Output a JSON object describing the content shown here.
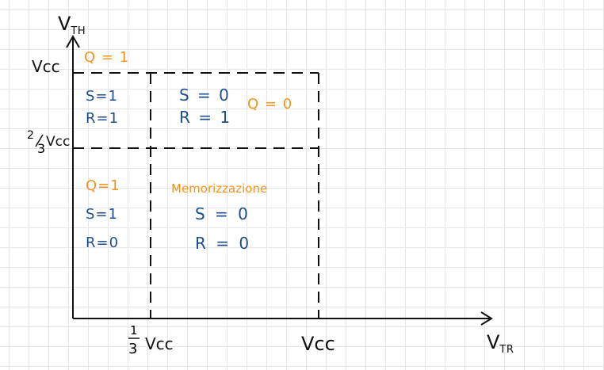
{
  "axes": {
    "y_label_main": "V",
    "y_label_sub": "TH",
    "x_label_main": "V",
    "x_label_sub": "TR"
  },
  "y_ticks": {
    "vcc": "Vcc",
    "two_thirds_num": "2",
    "two_thirds_den": "3",
    "two_thirds_unit": "Vcc"
  },
  "x_ticks": {
    "one_third_num": "1",
    "one_third_den": "3",
    "one_third_unit": "Vcc",
    "vcc": "Vcc"
  },
  "regions": {
    "top_left": {
      "q": "Q = 1",
      "s": "S=1",
      "r": "R=1"
    },
    "top_middle": {
      "s": "S = 0",
      "r": "R = 1",
      "q": "Q = 0"
    },
    "bottom_left": {
      "q": "Q=1",
      "s": "S=1",
      "r": "R=0"
    },
    "bottom_middle": {
      "label": "Memorizzazione",
      "s": "S = 0",
      "r": "R = 0"
    }
  },
  "colors": {
    "axis": "#111111",
    "state_blue": "#1f4e8c",
    "q_orange": "#f2931c"
  }
}
